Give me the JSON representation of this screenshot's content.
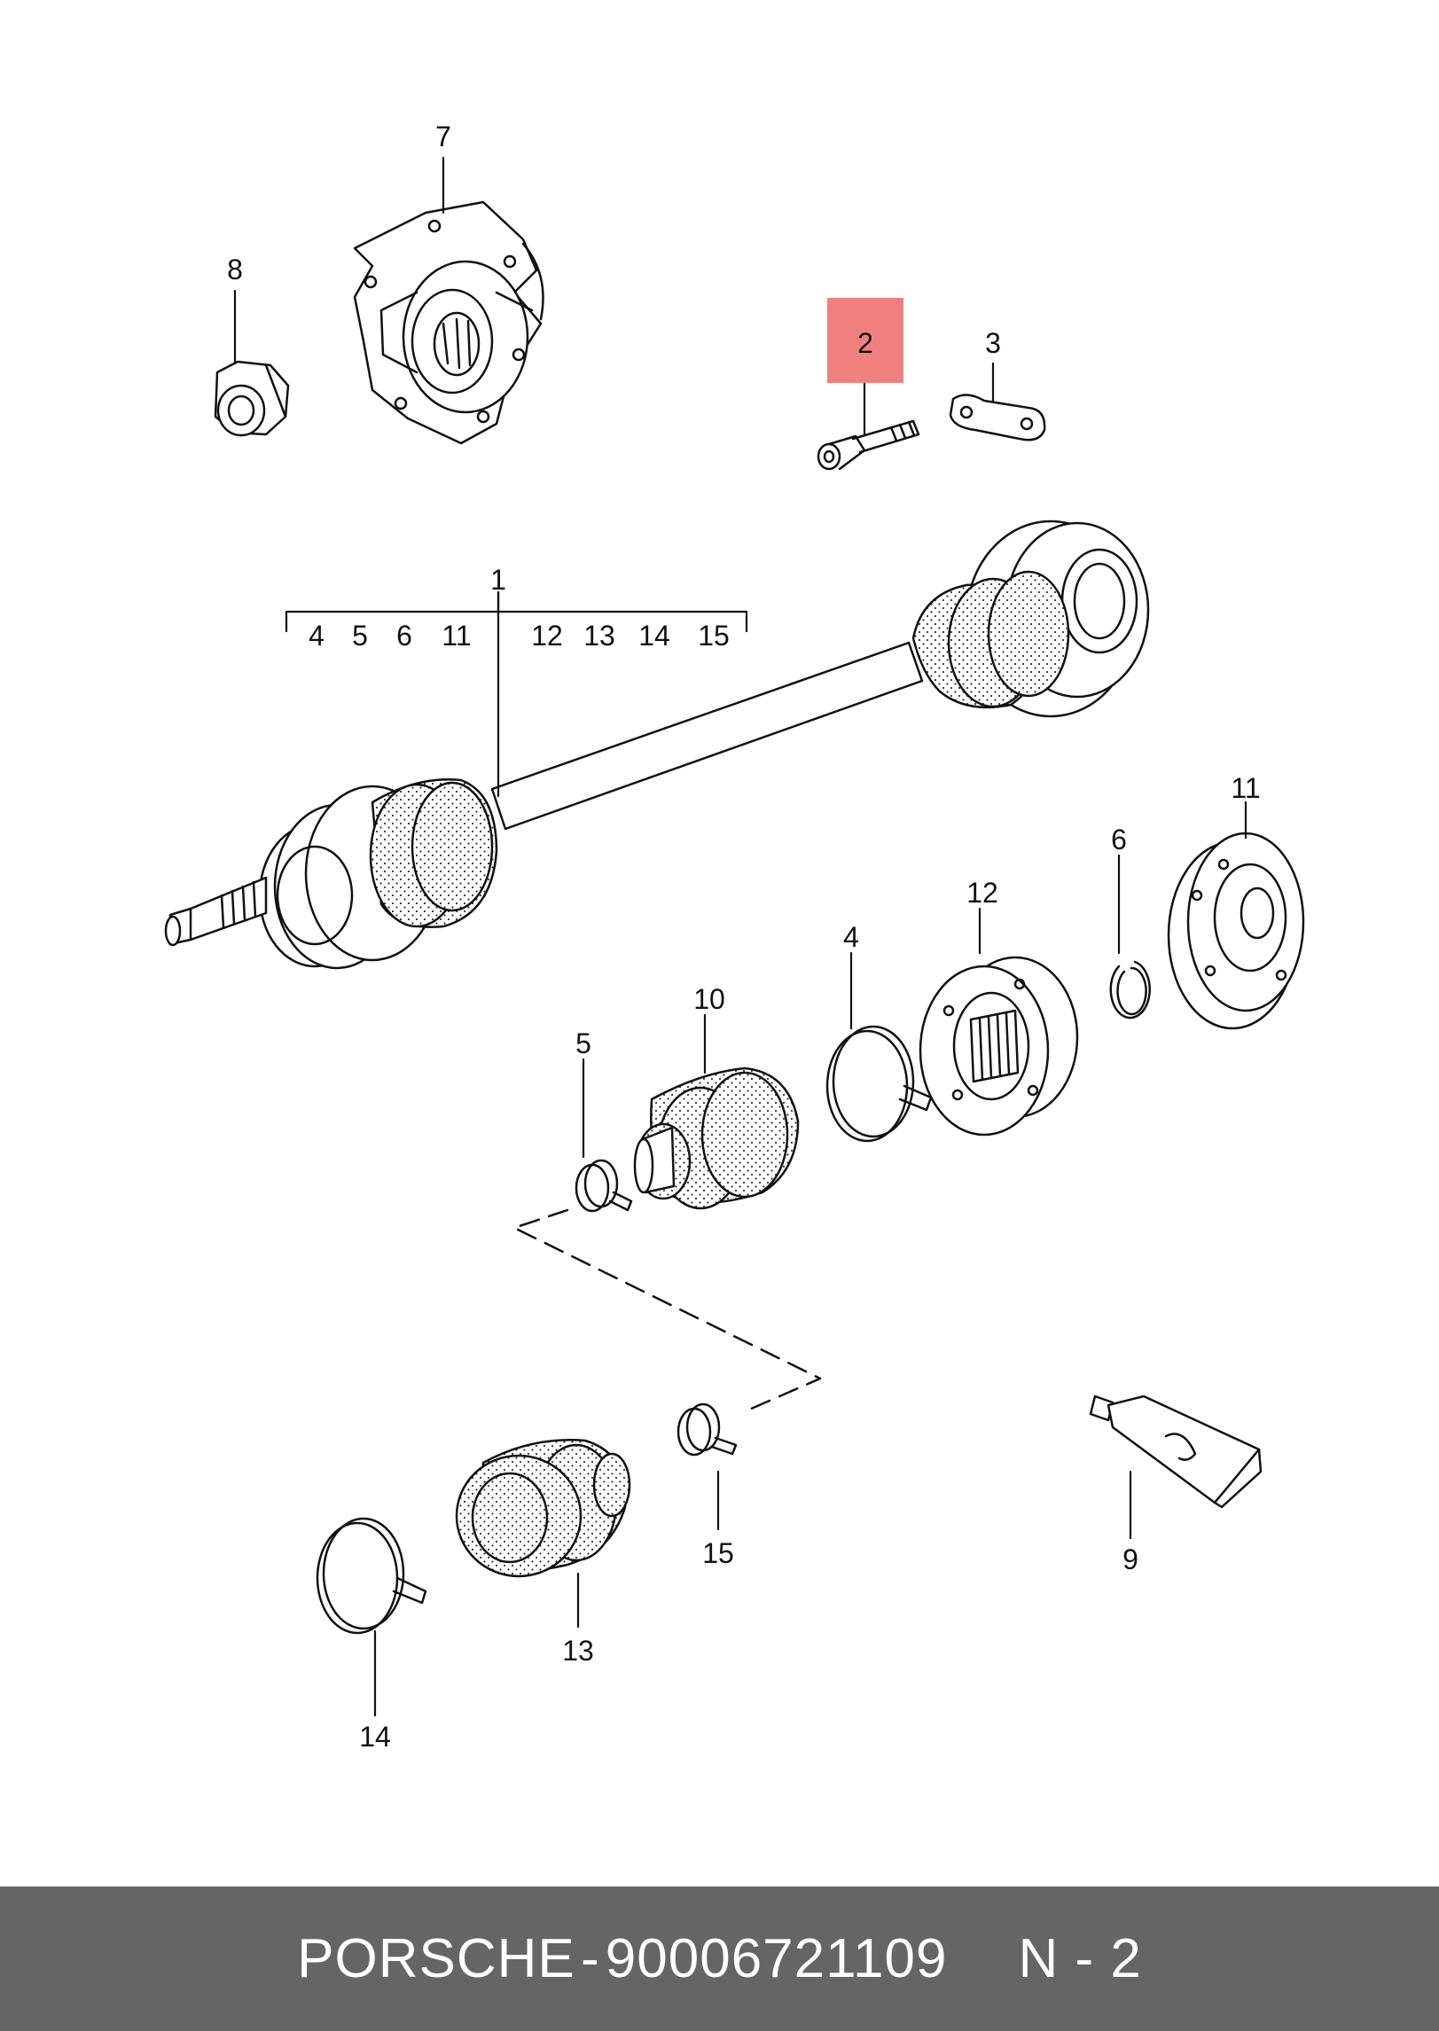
{
  "callouts": {
    "c1": "1",
    "c2": "2",
    "c3": "3",
    "c4": "4",
    "c5": "5",
    "c6": "6",
    "c7": "7",
    "c8": "8",
    "c9": "9",
    "c10": "10",
    "c11": "11",
    "c12": "12",
    "c13": "13",
    "c14": "14",
    "c15": "15"
  },
  "bracket_items": [
    "4",
    "5",
    "6",
    "11",
    "12",
    "13",
    "14",
    "15"
  ],
  "highlight_color": "#f08080",
  "footer": {
    "brand": "PORSCHE",
    "separator": "-",
    "part_number": "90006721109",
    "position": "N - 2"
  }
}
